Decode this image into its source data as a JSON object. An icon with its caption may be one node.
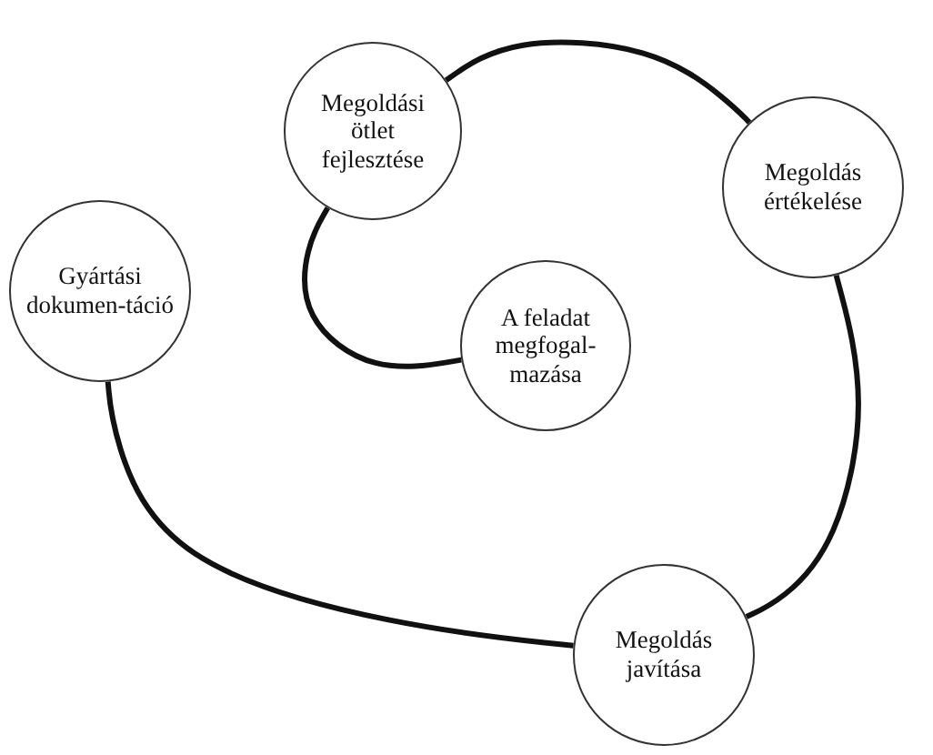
{
  "diagram": {
    "nodes": [
      {
        "text": [
          "Megoldási ötlet fejlesztése"
        ]
      },
      {
        "text": [
          "Megoldás értékelése"
        ]
      },
      {
        "text": [
          "A feladat megfogal-mazása"
        ]
      },
      {
        "text": [
          "Gyártási dokumen-táció"
        ]
      },
      {
        "text": [
          "Megoldás javítása"
        ]
      }
    ],
    "edges": [
      {
        "from": 2,
        "to": 0,
        "arrow": "none"
      },
      {
        "from": 0,
        "to": 1,
        "arrow": "none"
      },
      {
        "from": 1,
        "to": 4,
        "arrow": "none"
      },
      {
        "from": 4,
        "to": 3,
        "arrow": "none"
      }
    ]
  }
}
